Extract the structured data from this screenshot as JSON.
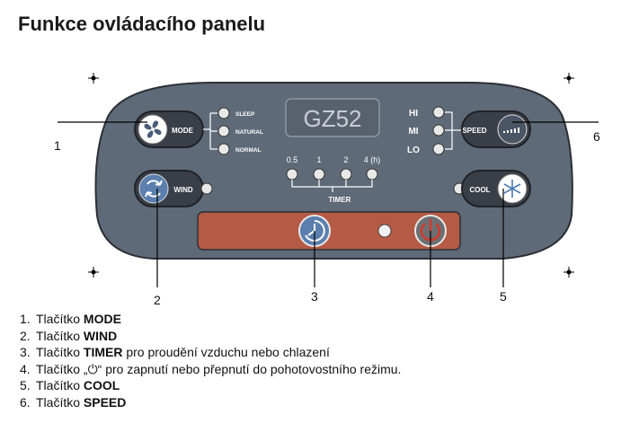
{
  "title": "Funkce ovládacího panelu",
  "panel": {
    "display_text": "GZ52",
    "mode_button_label": "MODE",
    "mode_options": [
      "SLEEP",
      "NATURAL",
      "NORMAL"
    ],
    "wind_button_label": "WIND",
    "speed_button_label": "SPEED",
    "speed_options": [
      "HI",
      "MI",
      "LO"
    ],
    "cool_button_label": "COOL",
    "timer_label": "TIMER",
    "timer_options": [
      "0.5",
      "1",
      "2",
      "4 (h)"
    ]
  },
  "callouts": [
    "1",
    "2",
    "3",
    "4",
    "5",
    "6"
  ],
  "legend": [
    {
      "num": "1.",
      "prefix": "Tlačítko ",
      "bold": "MODE",
      "suffix": ""
    },
    {
      "num": "2.",
      "prefix": "Tlačítko ",
      "bold": "WIND",
      "suffix": ""
    },
    {
      "num": "3.",
      "prefix": "Tlačítko ",
      "bold": "TIMER",
      "suffix": " pro proudění vzduchu nebo chlazení"
    },
    {
      "num": "4.",
      "prefix": "Tlačítko „⏻“",
      "bold": "",
      "suffix": " pro zapnutí nebo přepnutí do pohotovostního režimu."
    },
    {
      "num": "5.",
      "prefix": "Tlačítko ",
      "bold": "COOL",
      "suffix": ""
    },
    {
      "num": "6.",
      "prefix": "Tlačítko ",
      "bold": "SPEED",
      "suffix": ""
    }
  ],
  "colors": {
    "panel": "#5e6a77",
    "panel_outline": "#2b2f35",
    "button_dark": "#3a3f47",
    "timer_bar": "#b55a45",
    "power_red": "#d23a2e",
    "timer_icon_blue": "#5b7fae",
    "cool_icon_blue": "#4f79b3",
    "led": "#e8e8e8"
  }
}
